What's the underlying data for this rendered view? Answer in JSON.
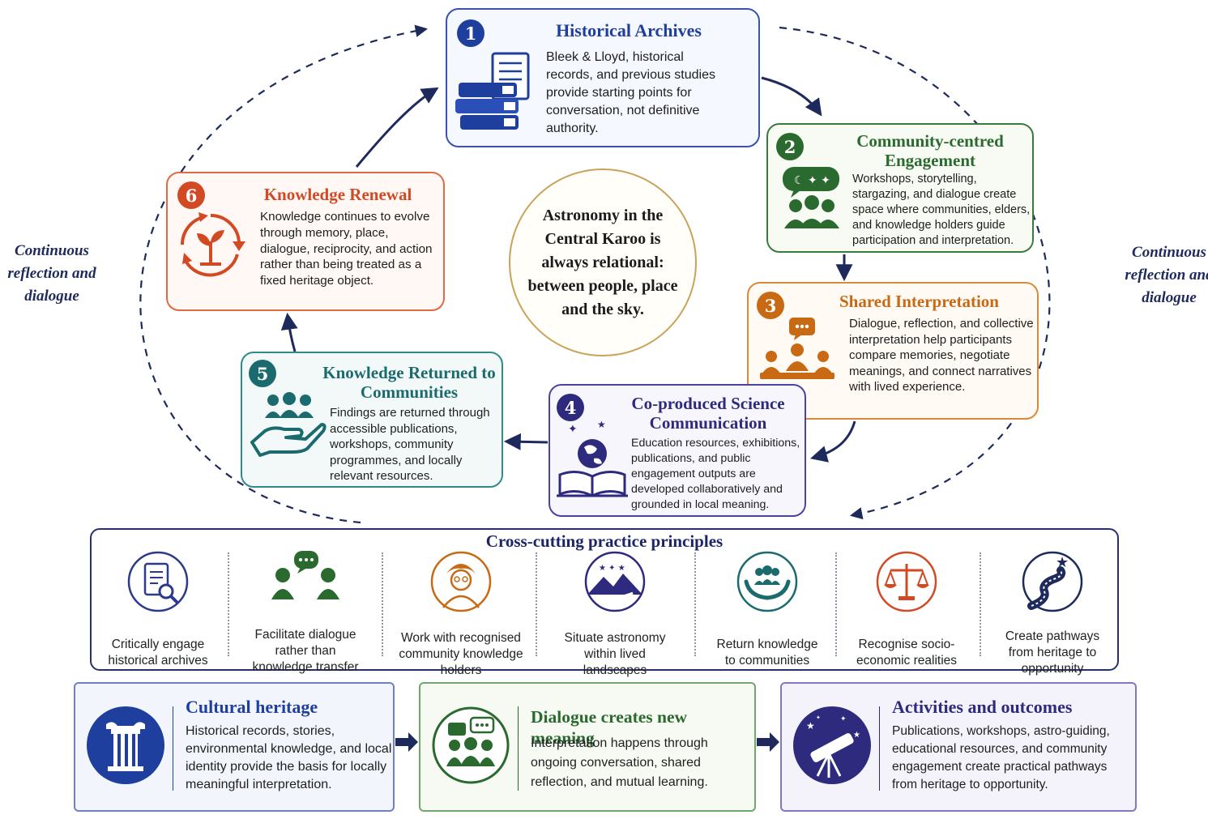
{
  "center": {
    "text": "Astronomy in the Central Karoo is always relational: between people, place and the sky."
  },
  "side_label": "Continuous reflection and dialogue",
  "steps": [
    {
      "number": "1",
      "title": "Historical Archives",
      "color": "#1f3f9e",
      "text": "Bleek & Lloyd, historical records, and previous studies provide starting points for conversation, not definitive authority.",
      "icon": "books-documents-icon"
    },
    {
      "number": "2",
      "title": "Community-centred Engagement",
      "color": "#2a6a2f",
      "text": "Workshops, storytelling, stargazing, and dialogue create space where communities, elders, and knowledge holders guide participation and interpretation.",
      "icon": "community-stargazing-icon"
    },
    {
      "number": "3",
      "title": "Shared Interpretation",
      "color": "#c86a14",
      "text": "Dialogue, reflection, and collective interpretation help participants compare memories, negotiate meanings, and connect narratives with lived experience.",
      "icon": "group-discussion-icon"
    },
    {
      "number": "4",
      "title": "Co-produced Science Communication",
      "color": "#2e2a7e",
      "text": "Education resources, exhibitions, publications, and public engagement outputs are developed collaboratively and grounded in local meaning.",
      "icon": "book-globe-stars-icon"
    },
    {
      "number": "5",
      "title": "Knowledge Returned to Communities",
      "color": "#1b6b6e",
      "text": "Findings are returned through accessible publications, workshops, community programmes, and locally relevant resources.",
      "icon": "hand-people-icon"
    },
    {
      "number": "6",
      "title": "Knowledge Renewal",
      "color": "#d24a24",
      "text": "Knowledge continues to evolve through memory, place, dialogue, reciprocity, and action rather than being treated as a fixed heritage object.",
      "icon": "sprout-cycle-icon"
    }
  ],
  "principles": {
    "title": "Cross-cutting practice principles",
    "items": [
      {
        "label": "Critically engage historical archives",
        "icon": "document-magnifier-icon",
        "color": "#2c3a8c"
      },
      {
        "label": "Facilitate dialogue rather than knowledge transfer",
        "icon": "dialogue-people-icon",
        "color": "#2a6a2f"
      },
      {
        "label": "Work with recognised community knowledge holders",
        "icon": "elder-portrait-icon",
        "color": "#c86a14"
      },
      {
        "label": "Situate astronomy within lived landscapes",
        "icon": "landscape-stars-icon",
        "color": "#2e2a7e"
      },
      {
        "label": "Return knowledge to communities",
        "icon": "hands-holding-people-icon",
        "color": "#1b6b6e"
      },
      {
        "label": "Recognise socio-economic realities",
        "icon": "balance-scale-icon",
        "color": "#d24a24"
      },
      {
        "label": "Create pathways from heritage to opportunity",
        "icon": "road-star-icon",
        "color": "#1f2a5c"
      }
    ]
  },
  "bottom": [
    {
      "title": "Cultural heritage",
      "color": "#1f3f9e",
      "bg": "#f3f5fc",
      "icon": "column-icon",
      "text": "Historical records, stories, environmental knowledge, and local identity provide the basis for locally meaningful interpretation."
    },
    {
      "title": "Dialogue creates new meaning",
      "color": "#2a6a2f",
      "bg": "#f6faf3",
      "icon": "conversation-group-icon",
      "text": "Interpretation happens through ongoing conversation, shared reflection, and mutual learning."
    },
    {
      "title": "Activities and outcomes",
      "color": "#2e2a7e",
      "bg": "#f4f3fb",
      "icon": "telescope-night-icon",
      "text": "Publications, workshops, astro-guiding, educational resources, and community engagement create practical pathways from heritage to opportunity."
    }
  ],
  "colors": {
    "navy": "#1f2a5c",
    "center_border": "#c9a35a"
  }
}
